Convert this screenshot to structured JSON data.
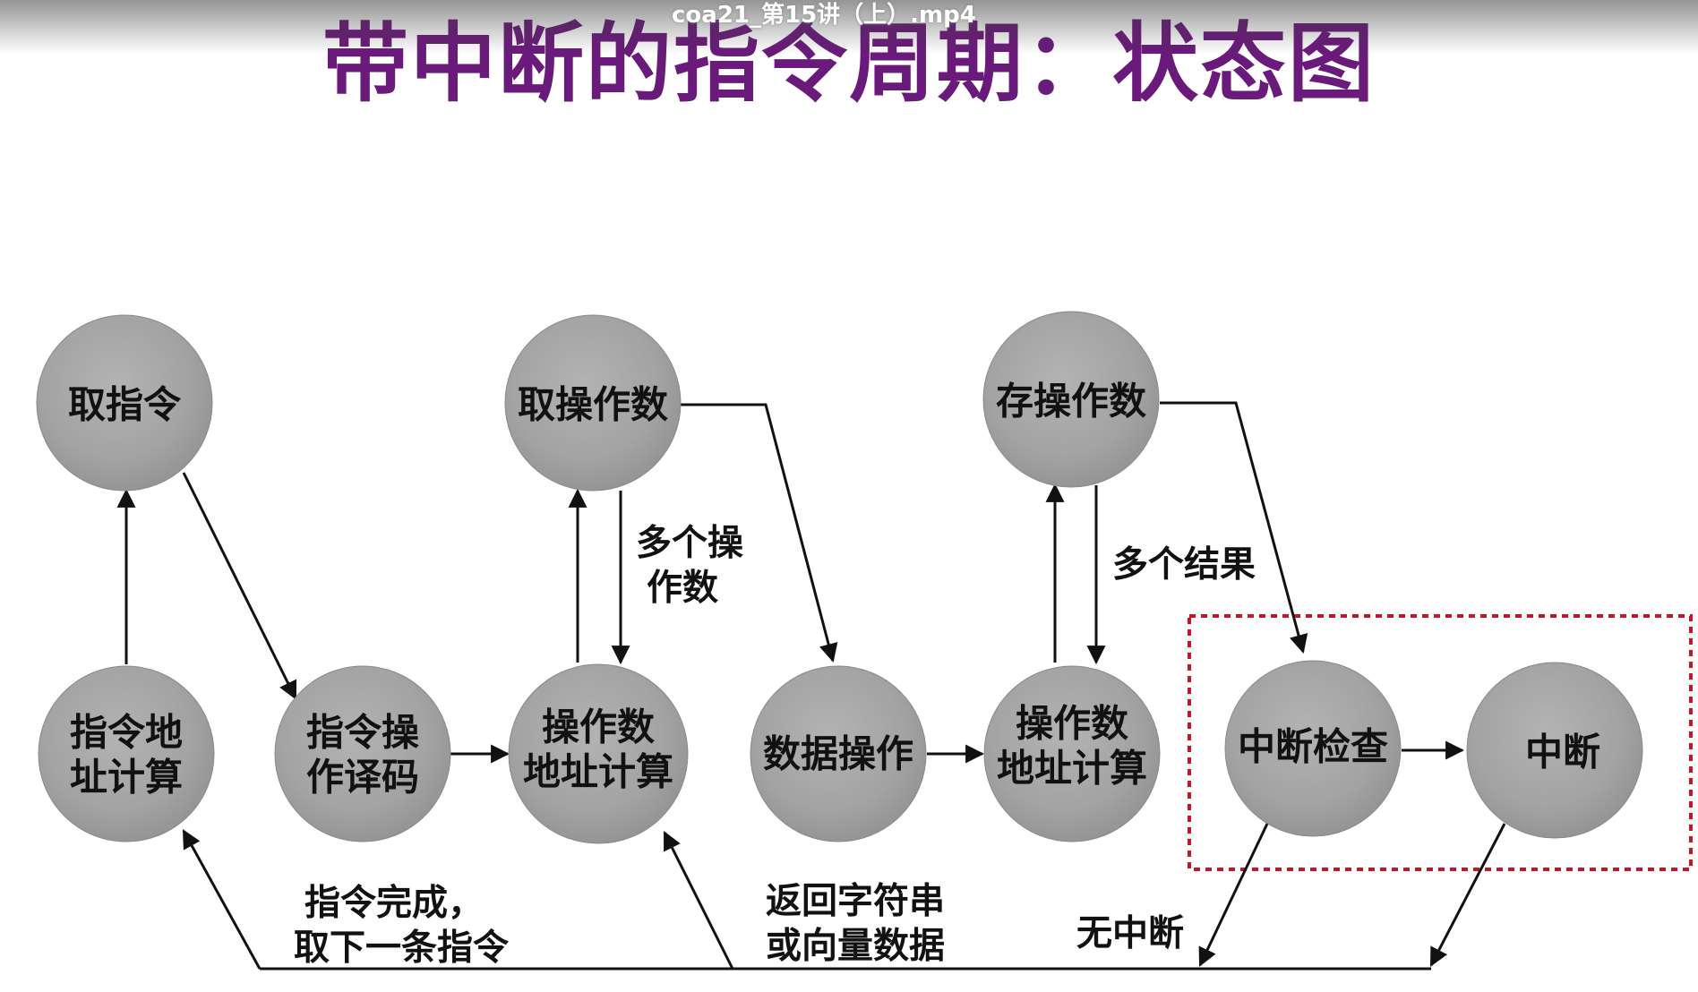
{
  "video": {
    "title": "coa21_第15讲（上）.mp4"
  },
  "slide": {
    "title": "带中断的指令周期：状态图"
  },
  "diagram": {
    "nodes": [
      {
        "id": "fetch-instruction",
        "lines": [
          "取指令"
        ]
      },
      {
        "id": "instruction-address-calc",
        "lines": [
          "指令地",
          "址计算"
        ]
      },
      {
        "id": "instruction-decode",
        "lines": [
          "指令操",
          "作译码"
        ]
      },
      {
        "id": "operand-address-calc-1",
        "lines": [
          "操作数",
          "地址计算"
        ]
      },
      {
        "id": "fetch-operand",
        "lines": [
          "取操作数"
        ]
      },
      {
        "id": "data-operation",
        "lines": [
          "数据操作"
        ]
      },
      {
        "id": "operand-address-calc-2",
        "lines": [
          "操作数",
          "地址计算"
        ]
      },
      {
        "id": "store-operand",
        "lines": [
          "存操作数"
        ]
      },
      {
        "id": "interrupt-check",
        "lines": [
          "中断检查"
        ]
      },
      {
        "id": "interrupt",
        "lines": [
          "中断"
        ]
      }
    ],
    "edge_labels": [
      {
        "id": "multiple-operands",
        "lines": [
          "多个操",
          "作数"
        ]
      },
      {
        "id": "multiple-results",
        "lines": [
          "多个结果"
        ]
      },
      {
        "id": "instruction-complete",
        "lines": [
          "指令完成，",
          "取下一条指令"
        ]
      },
      {
        "id": "return-string-vector",
        "lines": [
          "返回字符串",
          "或向量数据"
        ]
      },
      {
        "id": "no-interrupt",
        "lines": [
          "无中断"
        ]
      }
    ],
    "colors": {
      "title": "#6a1a7a",
      "node_fill": "#a3a3a3",
      "edge": "#111111",
      "highlight": "#c0182a"
    }
  }
}
